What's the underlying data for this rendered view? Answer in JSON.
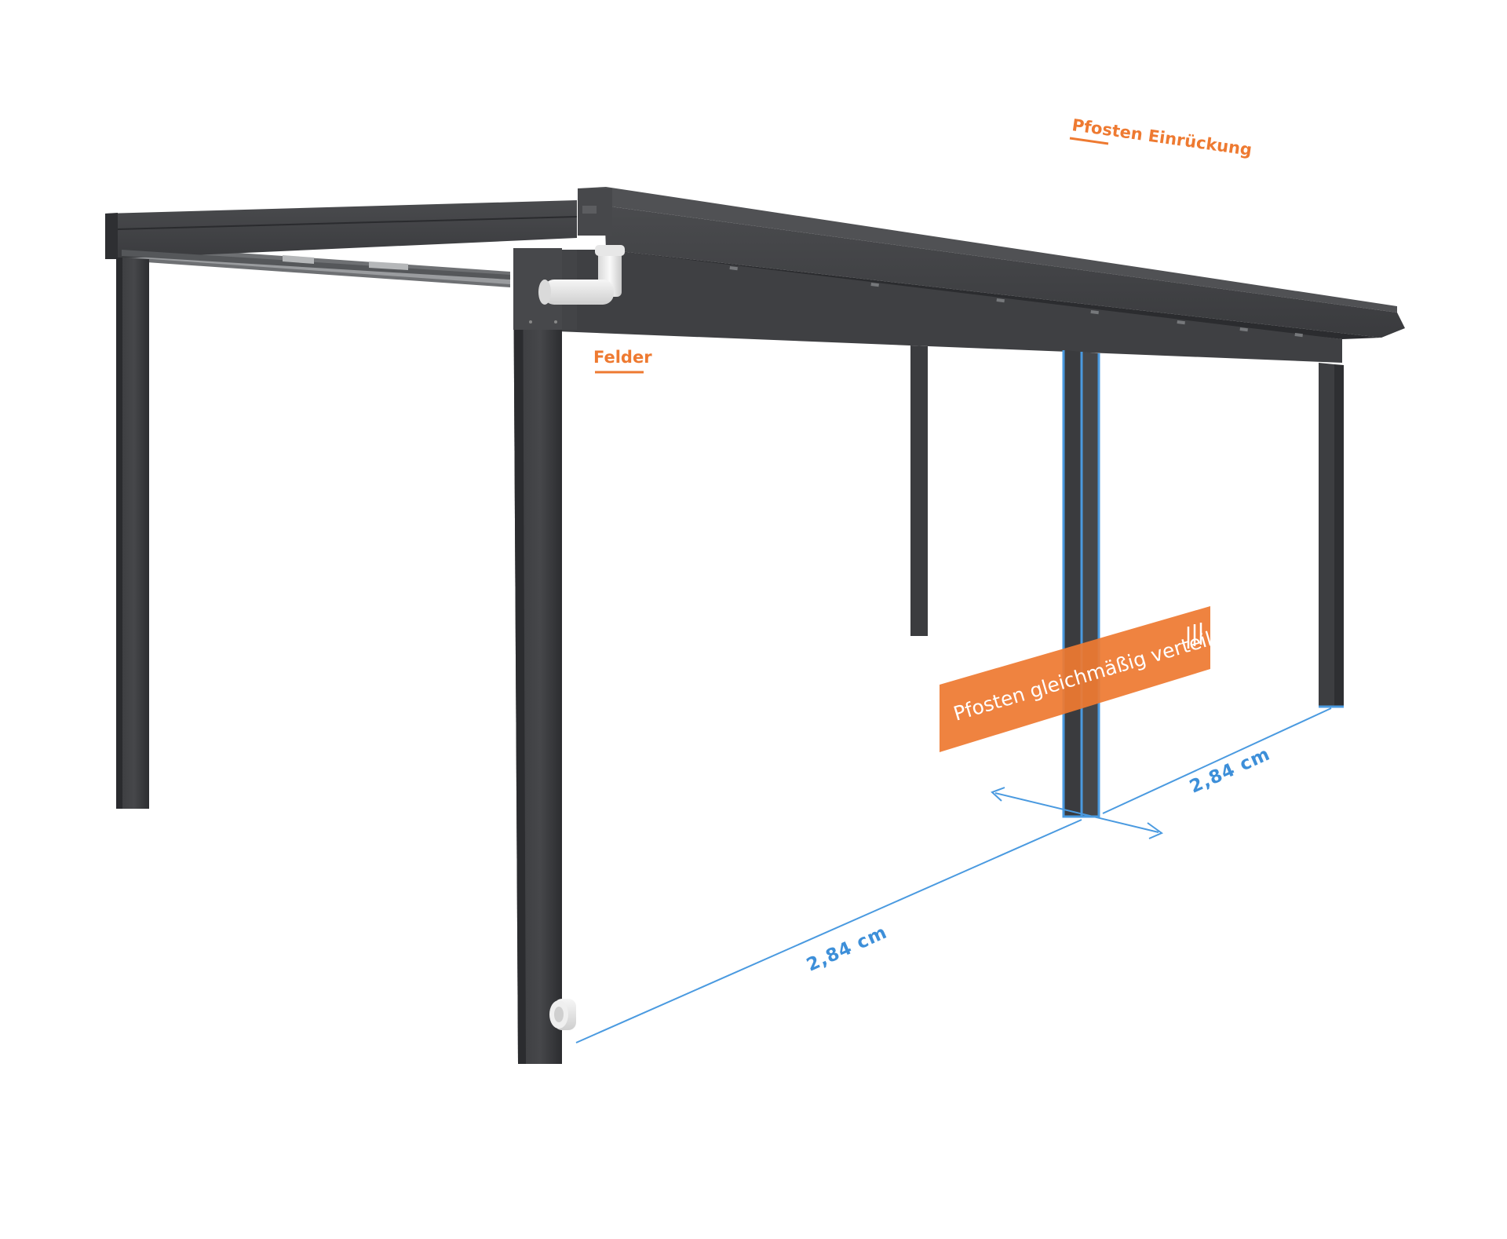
{
  "labels": {
    "post_indent": "Pfosten Einrückung",
    "fields": "Felder"
  },
  "action": {
    "distribute_posts": "Pfosten gleichmäßig verteilen"
  },
  "dimensions": {
    "front_span": "2,84 cm",
    "right_span": "2,84 cm"
  },
  "colors": {
    "accent": "#ee7a31",
    "dimension": "#4a9ae0",
    "frame": "#3c3d40",
    "background": "#ffffff"
  },
  "icons": {
    "distribute": "distribute-posts-icon"
  }
}
